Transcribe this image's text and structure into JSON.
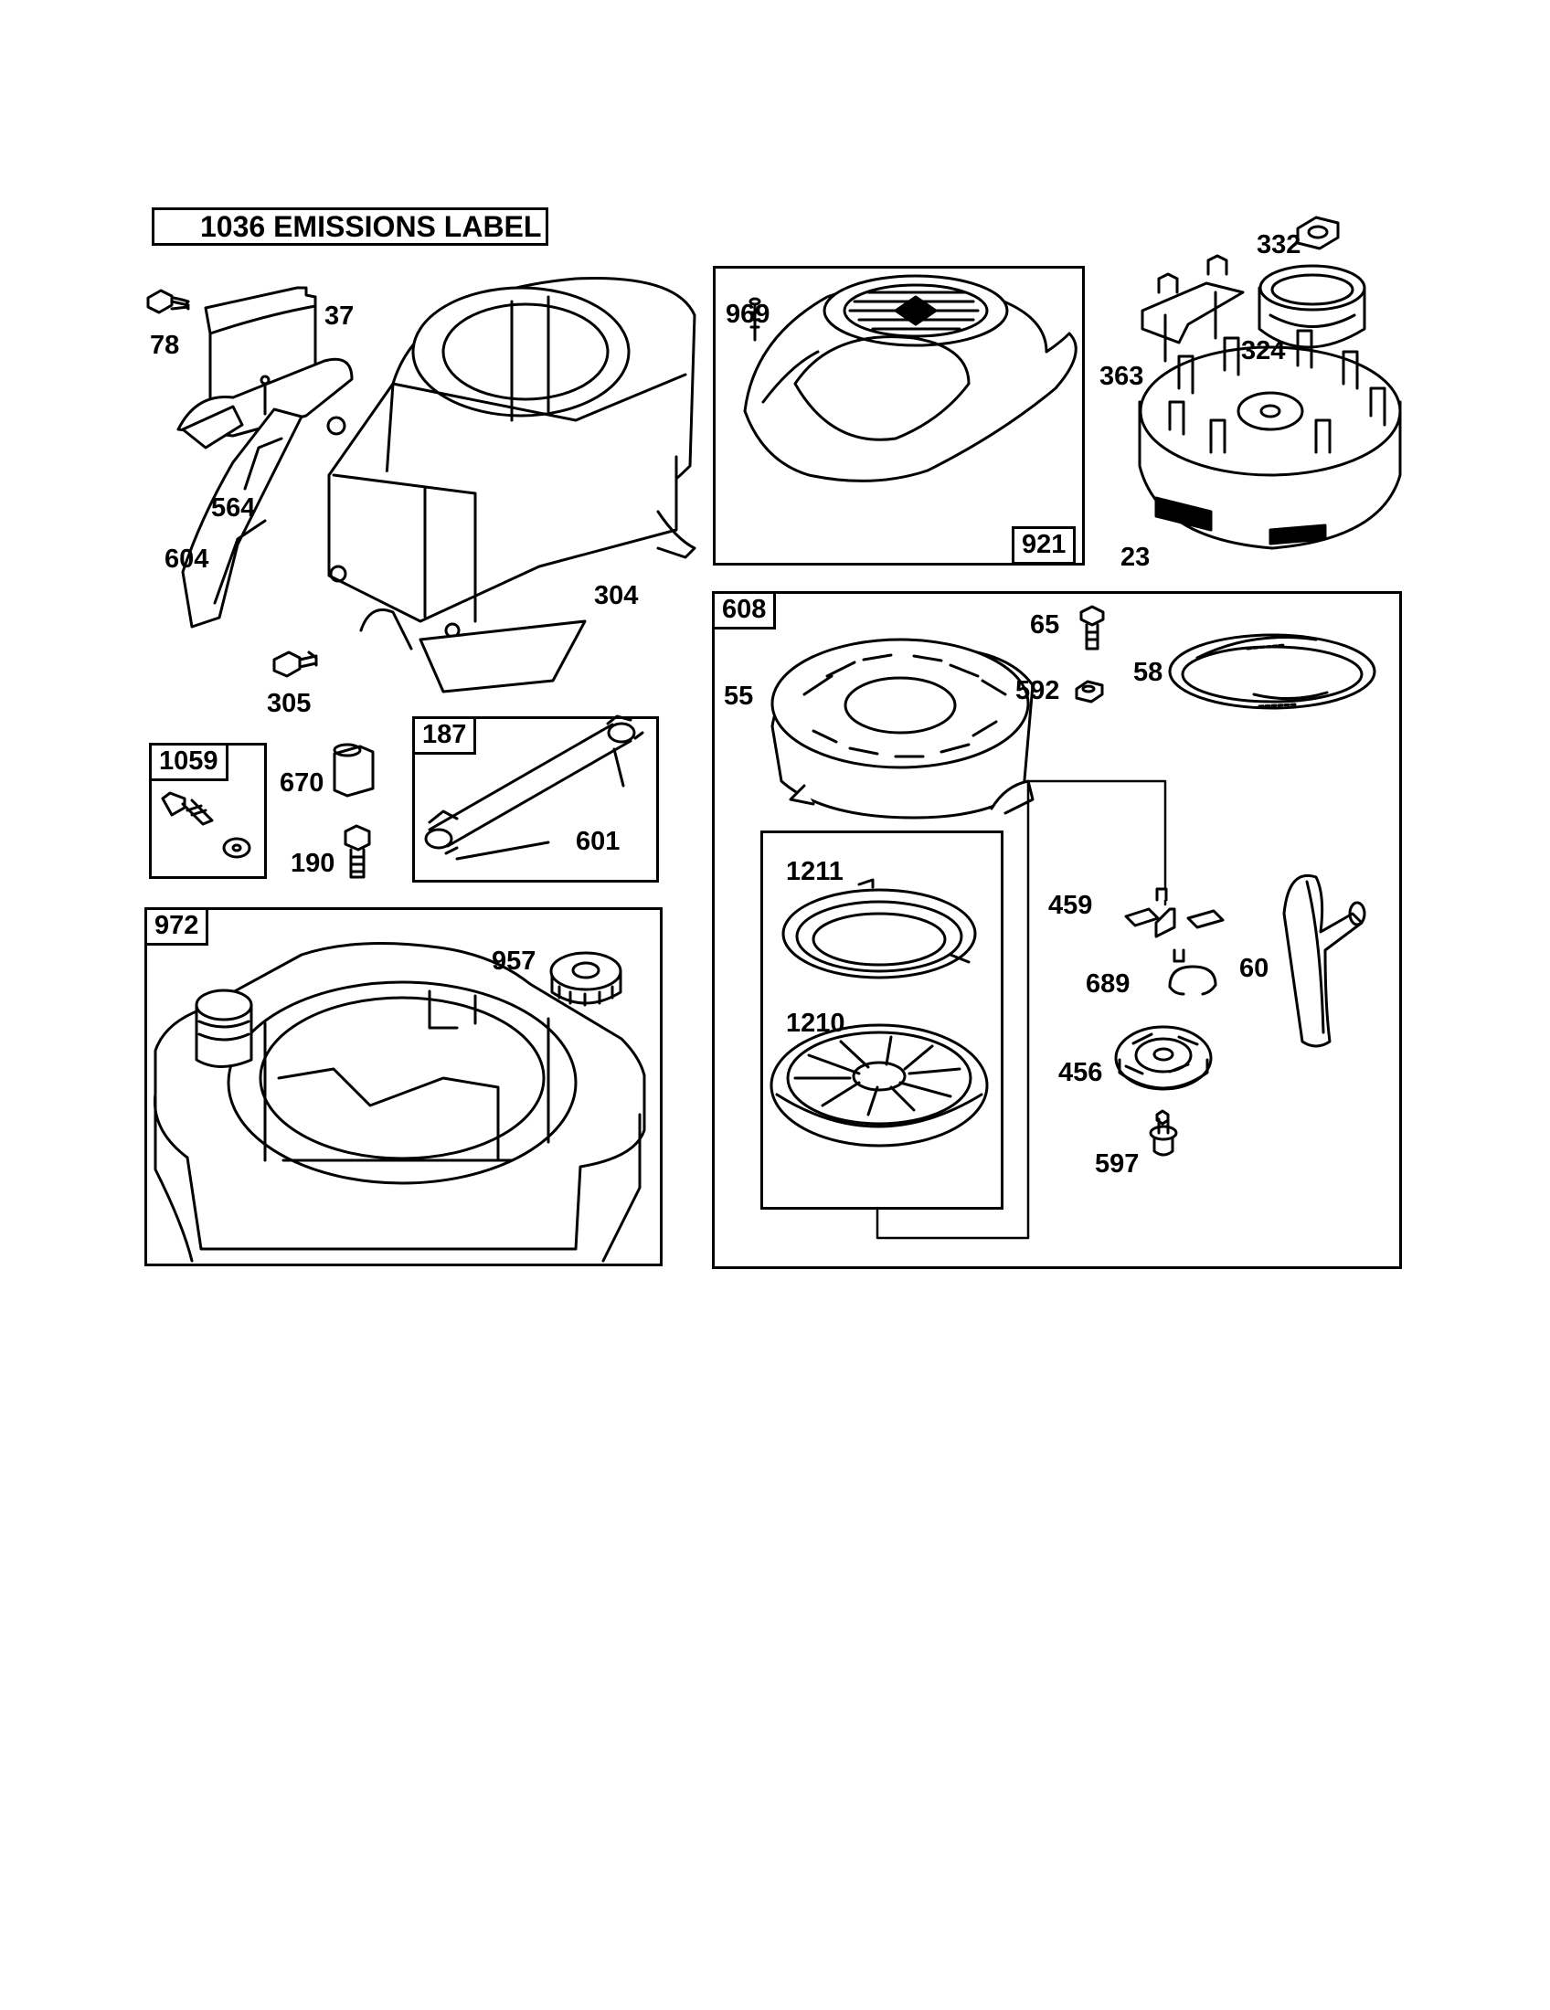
{
  "header": {
    "emissions_label": "1036 EMISSIONS LABEL"
  },
  "groups": {
    "blower_housing_kit": "921",
    "rewind_starter_kit": "608",
    "shroud_kit": "187",
    "fuel_tank_kit": "972",
    "bracket_kit": "1059"
  },
  "parts": {
    "p78": "78",
    "p37": "37",
    "p564": "564",
    "p604": "604",
    "p304": "304",
    "p305": "305",
    "p670": "670",
    "p190": "190",
    "p601": "601",
    "p957": "957",
    "p969": "969",
    "p332": "332",
    "p324": "324",
    "p363": "363",
    "p23": "23",
    "p65": "65",
    "p592": "592",
    "p58": "58",
    "p55": "55",
    "p1211": "1211",
    "p1210": "1210",
    "p459": "459",
    "p60": "60",
    "p689": "689",
    "p456": "456",
    "p597": "597"
  },
  "colors": {
    "line": "#000000",
    "background": "#ffffff"
  }
}
